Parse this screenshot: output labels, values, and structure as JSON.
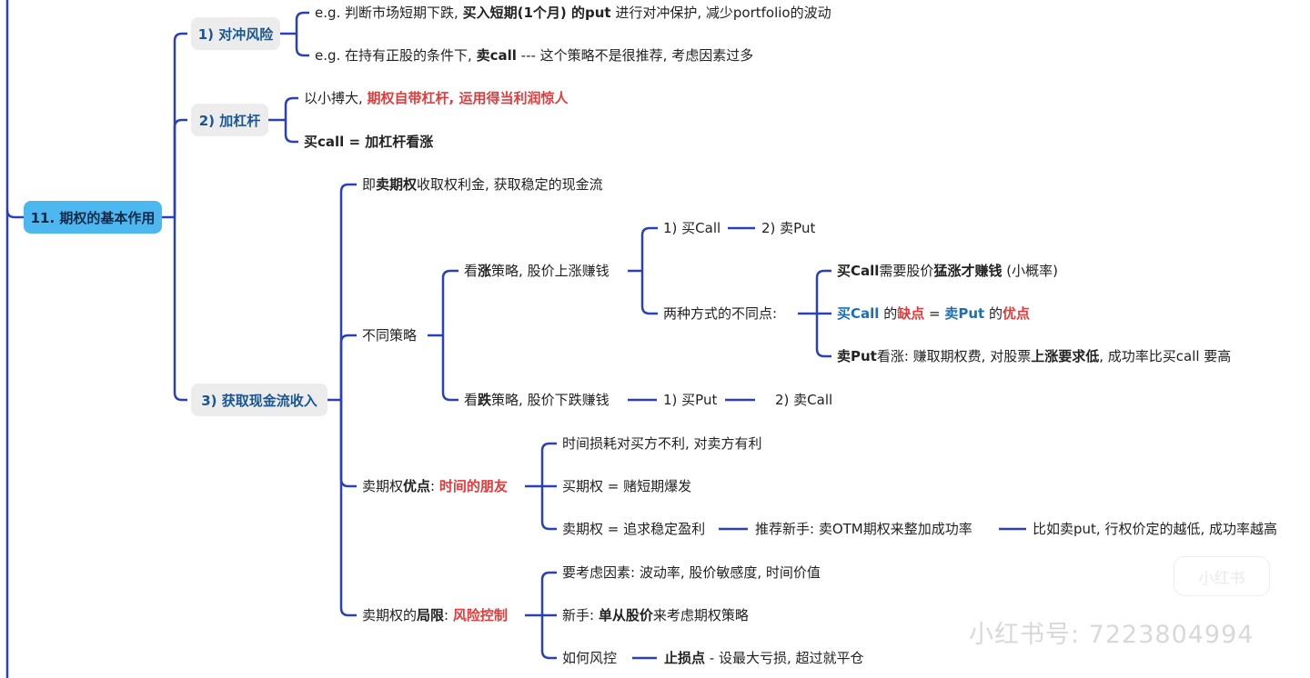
{
  "colors": {
    "line": "#2a40b8",
    "root": "#4db8f0",
    "accent_red": "#e23b3b",
    "accent_blue": "#1b6fb5"
  },
  "root": "11. 期权的基本作用",
  "l1": [
    "1) 对冲风险",
    "2) 加杠杆",
    "3) 获取现金流收入"
  ],
  "nodes": [
    {
      "id": "hedge-1",
      "segs": [
        [
          "e.g. 判断市场短期下跌, ",
          ""
        ],
        [
          "买入短期(1个月) 的put",
          "b"
        ],
        [
          " 进行对冲保护, 减少portfolio的波动",
          ""
        ]
      ]
    },
    {
      "id": "hedge-2",
      "segs": [
        [
          "e.g. 在持有正股的条件下, ",
          ""
        ],
        [
          "卖call",
          "b"
        ],
        [
          " --- 这个策略不是很推荐, 考虑因素过多",
          ""
        ]
      ]
    },
    {
      "id": "lev-1",
      "segs": [
        [
          "以小搏大, ",
          ""
        ],
        [
          "期权自带杠杆, 运用得当利润惊人",
          "r"
        ]
      ]
    },
    {
      "id": "lev-2",
      "segs": [
        [
          "买call = 加杠杆看涨",
          "b"
        ]
      ]
    },
    {
      "id": "cash-1",
      "segs": [
        [
          "即",
          ""
        ],
        [
          "卖期权",
          "b"
        ],
        [
          "收取权利金, 获取稳定的现金流",
          ""
        ]
      ]
    },
    {
      "id": "cash-2",
      "segs": [
        [
          "不同策略",
          ""
        ]
      ]
    },
    {
      "id": "cash-3",
      "segs": [
        [
          "卖期权",
          ""
        ],
        [
          "优点",
          "b"
        ],
        [
          ": ",
          ""
        ],
        [
          "时间的朋友",
          "r"
        ]
      ]
    },
    {
      "id": "cash-4",
      "segs": [
        [
          "卖期权的",
          ""
        ],
        [
          "局限",
          "b"
        ],
        [
          ": ",
          ""
        ],
        [
          "风险控制",
          "r"
        ]
      ]
    },
    {
      "id": "bull",
      "segs": [
        [
          "看",
          ""
        ],
        [
          "涨",
          "b"
        ],
        [
          "策略, 股价上涨赚钱",
          ""
        ]
      ]
    },
    {
      "id": "bear",
      "segs": [
        [
          "看",
          ""
        ],
        [
          "跌",
          "b"
        ],
        [
          "策略, 股价下跌赚钱",
          ""
        ]
      ]
    },
    {
      "id": "bull-1",
      "segs": [
        [
          "1) 买Call",
          ""
        ]
      ]
    },
    {
      "id": "bull-1b",
      "segs": [
        [
          "2) 卖Put",
          ""
        ]
      ]
    },
    {
      "id": "bull-2",
      "segs": [
        [
          "两种方式的不同点:",
          ""
        ]
      ]
    },
    {
      "id": "diff-1",
      "segs": [
        [
          "买Call",
          "b"
        ],
        [
          "需要股价",
          ""
        ],
        [
          "猛涨才赚钱",
          "b"
        ],
        [
          " (小概率)",
          ""
        ]
      ]
    },
    {
      "id": "diff-2",
      "segs": [
        [
          "买Call",
          "u"
        ],
        [
          " 的",
          ""
        ],
        [
          "缺点",
          "r"
        ],
        [
          " = ",
          ""
        ],
        [
          "卖Put",
          "u"
        ],
        [
          " 的",
          ""
        ],
        [
          "优点",
          "r"
        ]
      ]
    },
    {
      "id": "diff-3",
      "segs": [
        [
          "卖Put",
          "b"
        ],
        [
          "看涨: 赚取期权费, 对股票",
          ""
        ],
        [
          "上涨要求低",
          "b"
        ],
        [
          ", 成功率比买call 要高",
          ""
        ]
      ]
    },
    {
      "id": "bear-1",
      "segs": [
        [
          "1) 买Put",
          ""
        ]
      ]
    },
    {
      "id": "bear-1b",
      "segs": [
        [
          "2) 卖Call",
          ""
        ]
      ]
    },
    {
      "id": "adv-1",
      "segs": [
        [
          "时间损耗对买方不利, 对卖方有利",
          ""
        ]
      ]
    },
    {
      "id": "adv-2",
      "segs": [
        [
          "买期权 = 赌短期爆发",
          ""
        ]
      ]
    },
    {
      "id": "adv-3",
      "segs": [
        [
          "卖期权 = 追求稳定盈利",
          ""
        ]
      ]
    },
    {
      "id": "adv-3b",
      "segs": [
        [
          "推荐新手: 卖OTM期权来整加成功率",
          ""
        ]
      ]
    },
    {
      "id": "adv-3c",
      "segs": [
        [
          "比如卖put, 行权价定的越低, 成功率越高",
          ""
        ]
      ]
    },
    {
      "id": "lim-1",
      "segs": [
        [
          "要考虑因素: 波动率, 股价敏感度, 时间价值",
          ""
        ]
      ]
    },
    {
      "id": "lim-2",
      "segs": [
        [
          "新手: ",
          ""
        ],
        [
          "单从股价",
          "b"
        ],
        [
          "来考虑期权策略",
          ""
        ]
      ]
    },
    {
      "id": "lim-3",
      "segs": [
        [
          "如何风控",
          ""
        ]
      ]
    },
    {
      "id": "lim-3b",
      "segs": [
        [
          "止损点",
          "b"
        ],
        [
          " - 设最大亏损, 超过就平仓",
          ""
        ]
      ]
    }
  ],
  "watermark": "小红书号: 7223804994",
  "logo": "小红书"
}
